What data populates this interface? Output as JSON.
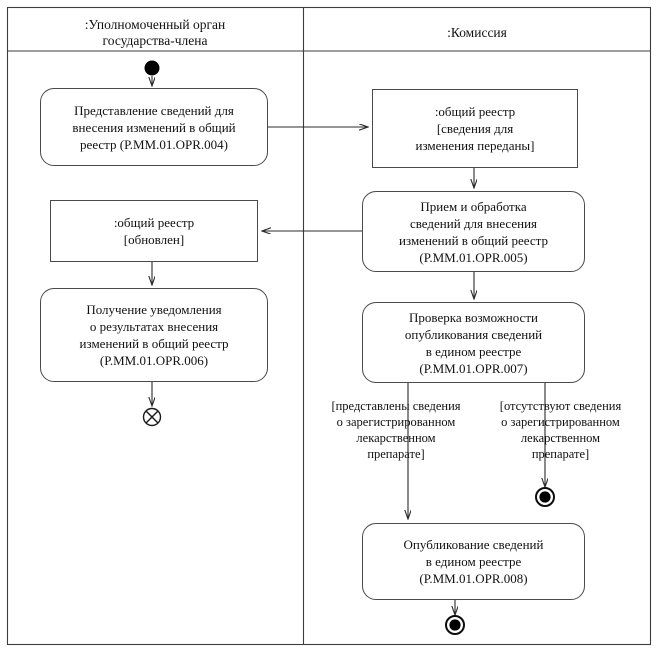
{
  "diagram": {
    "type": "uml-activity-diagram",
    "title": "",
    "stroke_color": "#3d3d3d",
    "fill_color": "#ffffff",
    "text_color": "#111111"
  },
  "lanes": [
    {
      "id": "lane-member-state",
      "header": ":Уполномоченный орган\nгосударства-члена"
    },
    {
      "id": "lane-commission",
      "header": ":Комиссия"
    }
  ],
  "nodes": {
    "initial": {
      "kind": "initial-node",
      "lane": "lane-member-state"
    },
    "submit_info": {
      "kind": "activity",
      "lane": "lane-member-state",
      "label": "Представление сведений для\nвнесения изменений в общий\nреестр (Р.ММ.01.OPR.004)"
    },
    "register_transferred": {
      "kind": "object-node",
      "lane": "lane-commission",
      "label": ":общий реестр\n[сведения для\nизменения переданы]"
    },
    "receive_process": {
      "kind": "activity",
      "lane": "lane-commission",
      "label": "Прием и обработка\nсведений для внесения\nизменений в общий реестр\n(Р.ММ.01.OPR.005)"
    },
    "register_updated": {
      "kind": "object-node",
      "lane": "lane-member-state",
      "label": ":общий реестр\n[обновлен]"
    },
    "receive_notification": {
      "kind": "activity",
      "lane": "lane-member-state",
      "label": "Получение уведомления\nо результатах внесения\nизменений в общий реестр\n(Р.ММ.01.OPR.006)"
    },
    "check_possibility": {
      "kind": "activity",
      "lane": "lane-commission",
      "label": "Проверка возможности\nопубликования сведений\nв едином реестре\n(Р.ММ.01.OPR.007)"
    },
    "publish_info": {
      "kind": "activity",
      "lane": "lane-commission",
      "label": "Опубликование сведений\nв едином реестре\n(Р.ММ.01.OPR.008)"
    },
    "flow_final": {
      "kind": "flow-final-node",
      "lane": "lane-member-state"
    },
    "final_right": {
      "kind": "activity-final-node",
      "lane": "lane-commission"
    },
    "final_bottom": {
      "kind": "activity-final-node",
      "lane": "lane-commission"
    }
  },
  "guards": {
    "present": "[представлены сведения\nо зарегистрированном\nлекарственном\nпрепарате]",
    "absent": "[отсутствуют сведения\nо зарегистрированном\nлекарственном\nпрепарате]"
  }
}
